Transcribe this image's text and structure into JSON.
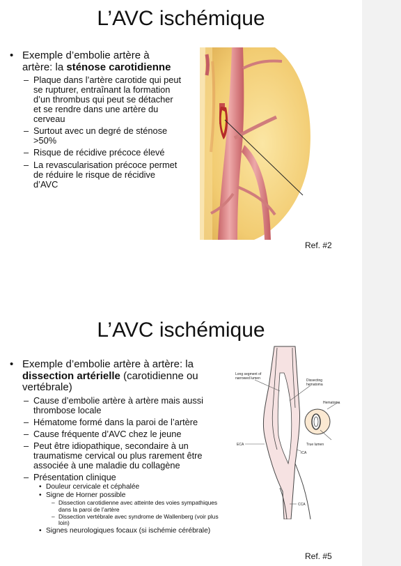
{
  "slide1": {
    "title": "L’AVC ischémique",
    "bullet": {
      "before": "Exemple d’embolie artère à artère: la ",
      "bold": "sténose carotidienne"
    },
    "subitems": [
      "Plaque dans l’artère carotide qui peut se rupturer, entraînant la formation d’un thrombus qui peut se détacher et se rendre dans une artère du cerveau",
      "Surtout avec un degré de sténose >50%",
      "Risque de récidive précoce élevé",
      "La revascularisation précoce permet de réduire le risque de récidive d’AVC"
    ],
    "ref": "Ref. #2"
  },
  "slide2": {
    "title": "L’AVC ischémique",
    "bullet": {
      "before": "Exemple d’embolie artère à artère: la ",
      "bold": "dissection artérielle",
      "after": " (carotidienne ou vertébrale)"
    },
    "subitems": [
      "Cause d’embolie artère à artère mais aussi thrombose locale",
      "Hématome formé dans la paroi de l’artère",
      "Cause fréquente d’AVC chez le jeune",
      "Peut être idiopathique, secondaire à un traumatisme cervical ou plus rarement être associée à une maladie du collagène",
      "Présentation clinique"
    ],
    "clinical": [
      "Douleur cervicale et céphalée",
      "Signe de Horner possible"
    ],
    "horner": [
      "Dissection carotidienne avec atteinte des voies sympathiques dans la paroi de l’artère",
      "Dissection vertébrale avec syndrome de Wallenberg (voir plus loin)"
    ],
    "clinical_last": "Signes neurologiques focaux (si ischémie cérébrale)",
    "diagram": {
      "long_segment": [
        "Long segment of",
        "narrowed lumen"
      ],
      "dissecting": [
        "Dissecting",
        "hematoma"
      ],
      "hematoma": "Hematoma",
      "true_lumen": "True lumen",
      "eca": "ECA",
      "ica": "ICA",
      "cca": "CCA"
    },
    "ref": "Ref. #5"
  }
}
